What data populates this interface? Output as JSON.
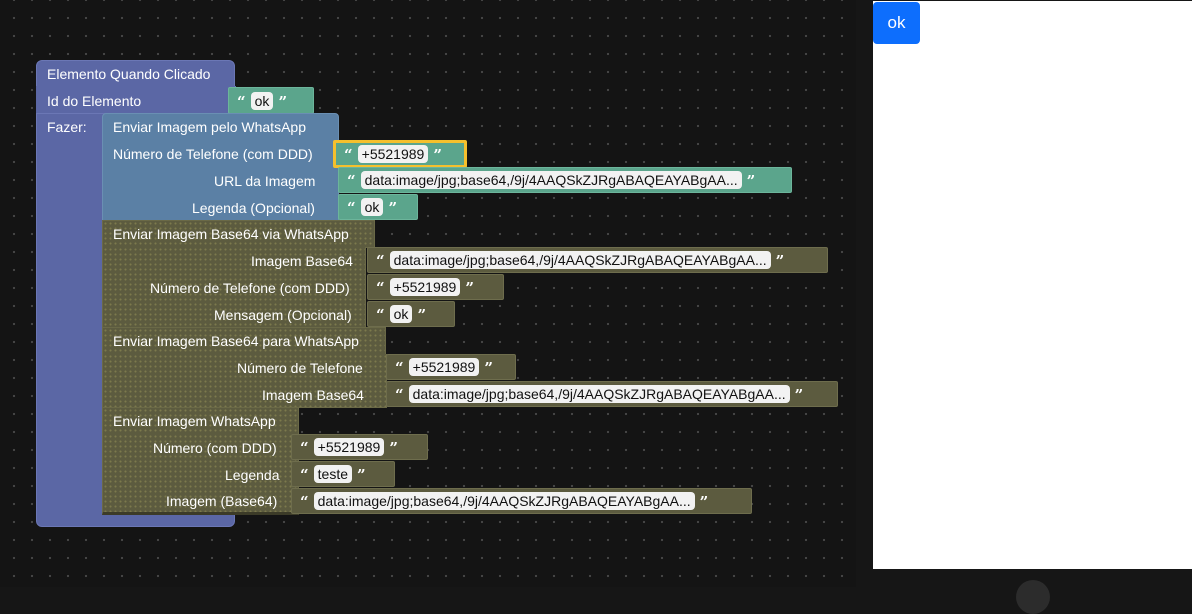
{
  "workspace": {
    "event_block": {
      "title": "Elemento Quando Clicado",
      "id_label": "Id do Elemento",
      "id_value": "ok",
      "do_label": "Fazer:"
    },
    "send_image_whatsapp": {
      "title": "Enviar Imagem pelo WhatsApp",
      "phone_label": "Número de Telefone (com DDD)",
      "phone_value": "+5521989",
      "url_label": "URL da Imagem",
      "url_value": "data:image/jpg;base64,/9j/4AAQSkZJRgABAQEAYABgAA...",
      "caption_label": "Legenda (Opcional)",
      "caption_value": "ok"
    },
    "send_base64_via_whatsapp": {
      "title": "Enviar Imagem Base64 via WhatsApp",
      "image_label": "Imagem Base64",
      "image_value": "data:image/jpg;base64,/9j/4AAQSkZJRgABAQEAYABgAA...",
      "phone_label": "Número de Telefone (com DDD)",
      "phone_value": "+5521989",
      "message_label": "Mensagem (Opcional)",
      "message_value": "ok"
    },
    "send_base64_para_whatsapp": {
      "title": "Enviar Imagem Base64 para WhatsApp",
      "phone_label": "Número de Telefone",
      "phone_value": "+5521989",
      "image_label": "Imagem Base64",
      "image_value": "data:image/jpg;base64,/9j/4AAQSkZJRgABAQEAYABgAA..."
    },
    "send_image_whatsapp_b64": {
      "title": "Enviar Imagem WhatsApp",
      "number_label": "Número (com DDD)",
      "number_value": "+5521989",
      "caption_label": "Legenda",
      "caption_value": "teste",
      "image_label": "Imagem (Base64)",
      "image_value": "data:image/jpg;base64,/9j/4AAQSkZJRgABAQEAYABgAA..."
    }
  },
  "preview": {
    "button_label": "ok"
  },
  "colors": {
    "event_block": "#5b67a5",
    "whatsapp_block": "#5b80a5",
    "base64_block": "#5c5b3f",
    "text_block": "#5ba58c",
    "selected_outline": "#f5c02d",
    "primary_button": "#0d6efd"
  }
}
